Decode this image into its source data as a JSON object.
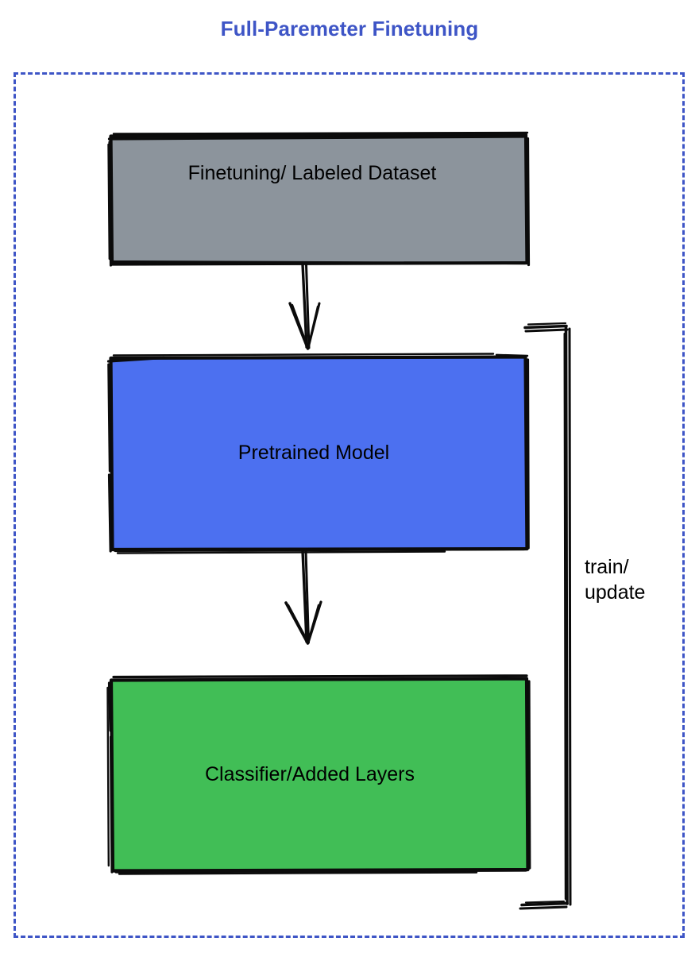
{
  "title": "Full-Paremeter Finetuning",
  "colors": {
    "title": "#3E55C6",
    "container_border": "#3E55C6",
    "dataset_fill": "#8C949C",
    "pretrained_fill": "#4C70F0",
    "classifier_fill": "#41BE56",
    "stroke": "#0B0B0B",
    "background": "#FFFFFF"
  },
  "container": {
    "style": "dashed-rounded-rectangle"
  },
  "nodes": [
    {
      "id": "dataset",
      "label": "Finetuning/ Labeled Dataset",
      "fill": "#8C949C"
    },
    {
      "id": "pretrained",
      "label": "Pretrained Model",
      "fill": "#4C70F0"
    },
    {
      "id": "classifier",
      "label": "Classifier/Added Layers",
      "fill": "#41BE56"
    }
  ],
  "edges": [
    {
      "id": "dataset-to-pretrained",
      "from": "dataset",
      "to": "pretrained",
      "label": "",
      "style": "hand-drawn-arrow-down"
    },
    {
      "id": "pretrained-to-classifier",
      "from": "pretrained",
      "to": "classifier",
      "label": "",
      "style": "hand-drawn-arrow-down"
    },
    {
      "id": "feedback-loop",
      "from": "classifier",
      "to": "pretrained",
      "label": "train/\nupdate",
      "style": "hand-drawn-bracket-right"
    }
  ],
  "loop_label": {
    "line1": "train/",
    "line2": "update",
    "text": "train/\nupdate"
  }
}
